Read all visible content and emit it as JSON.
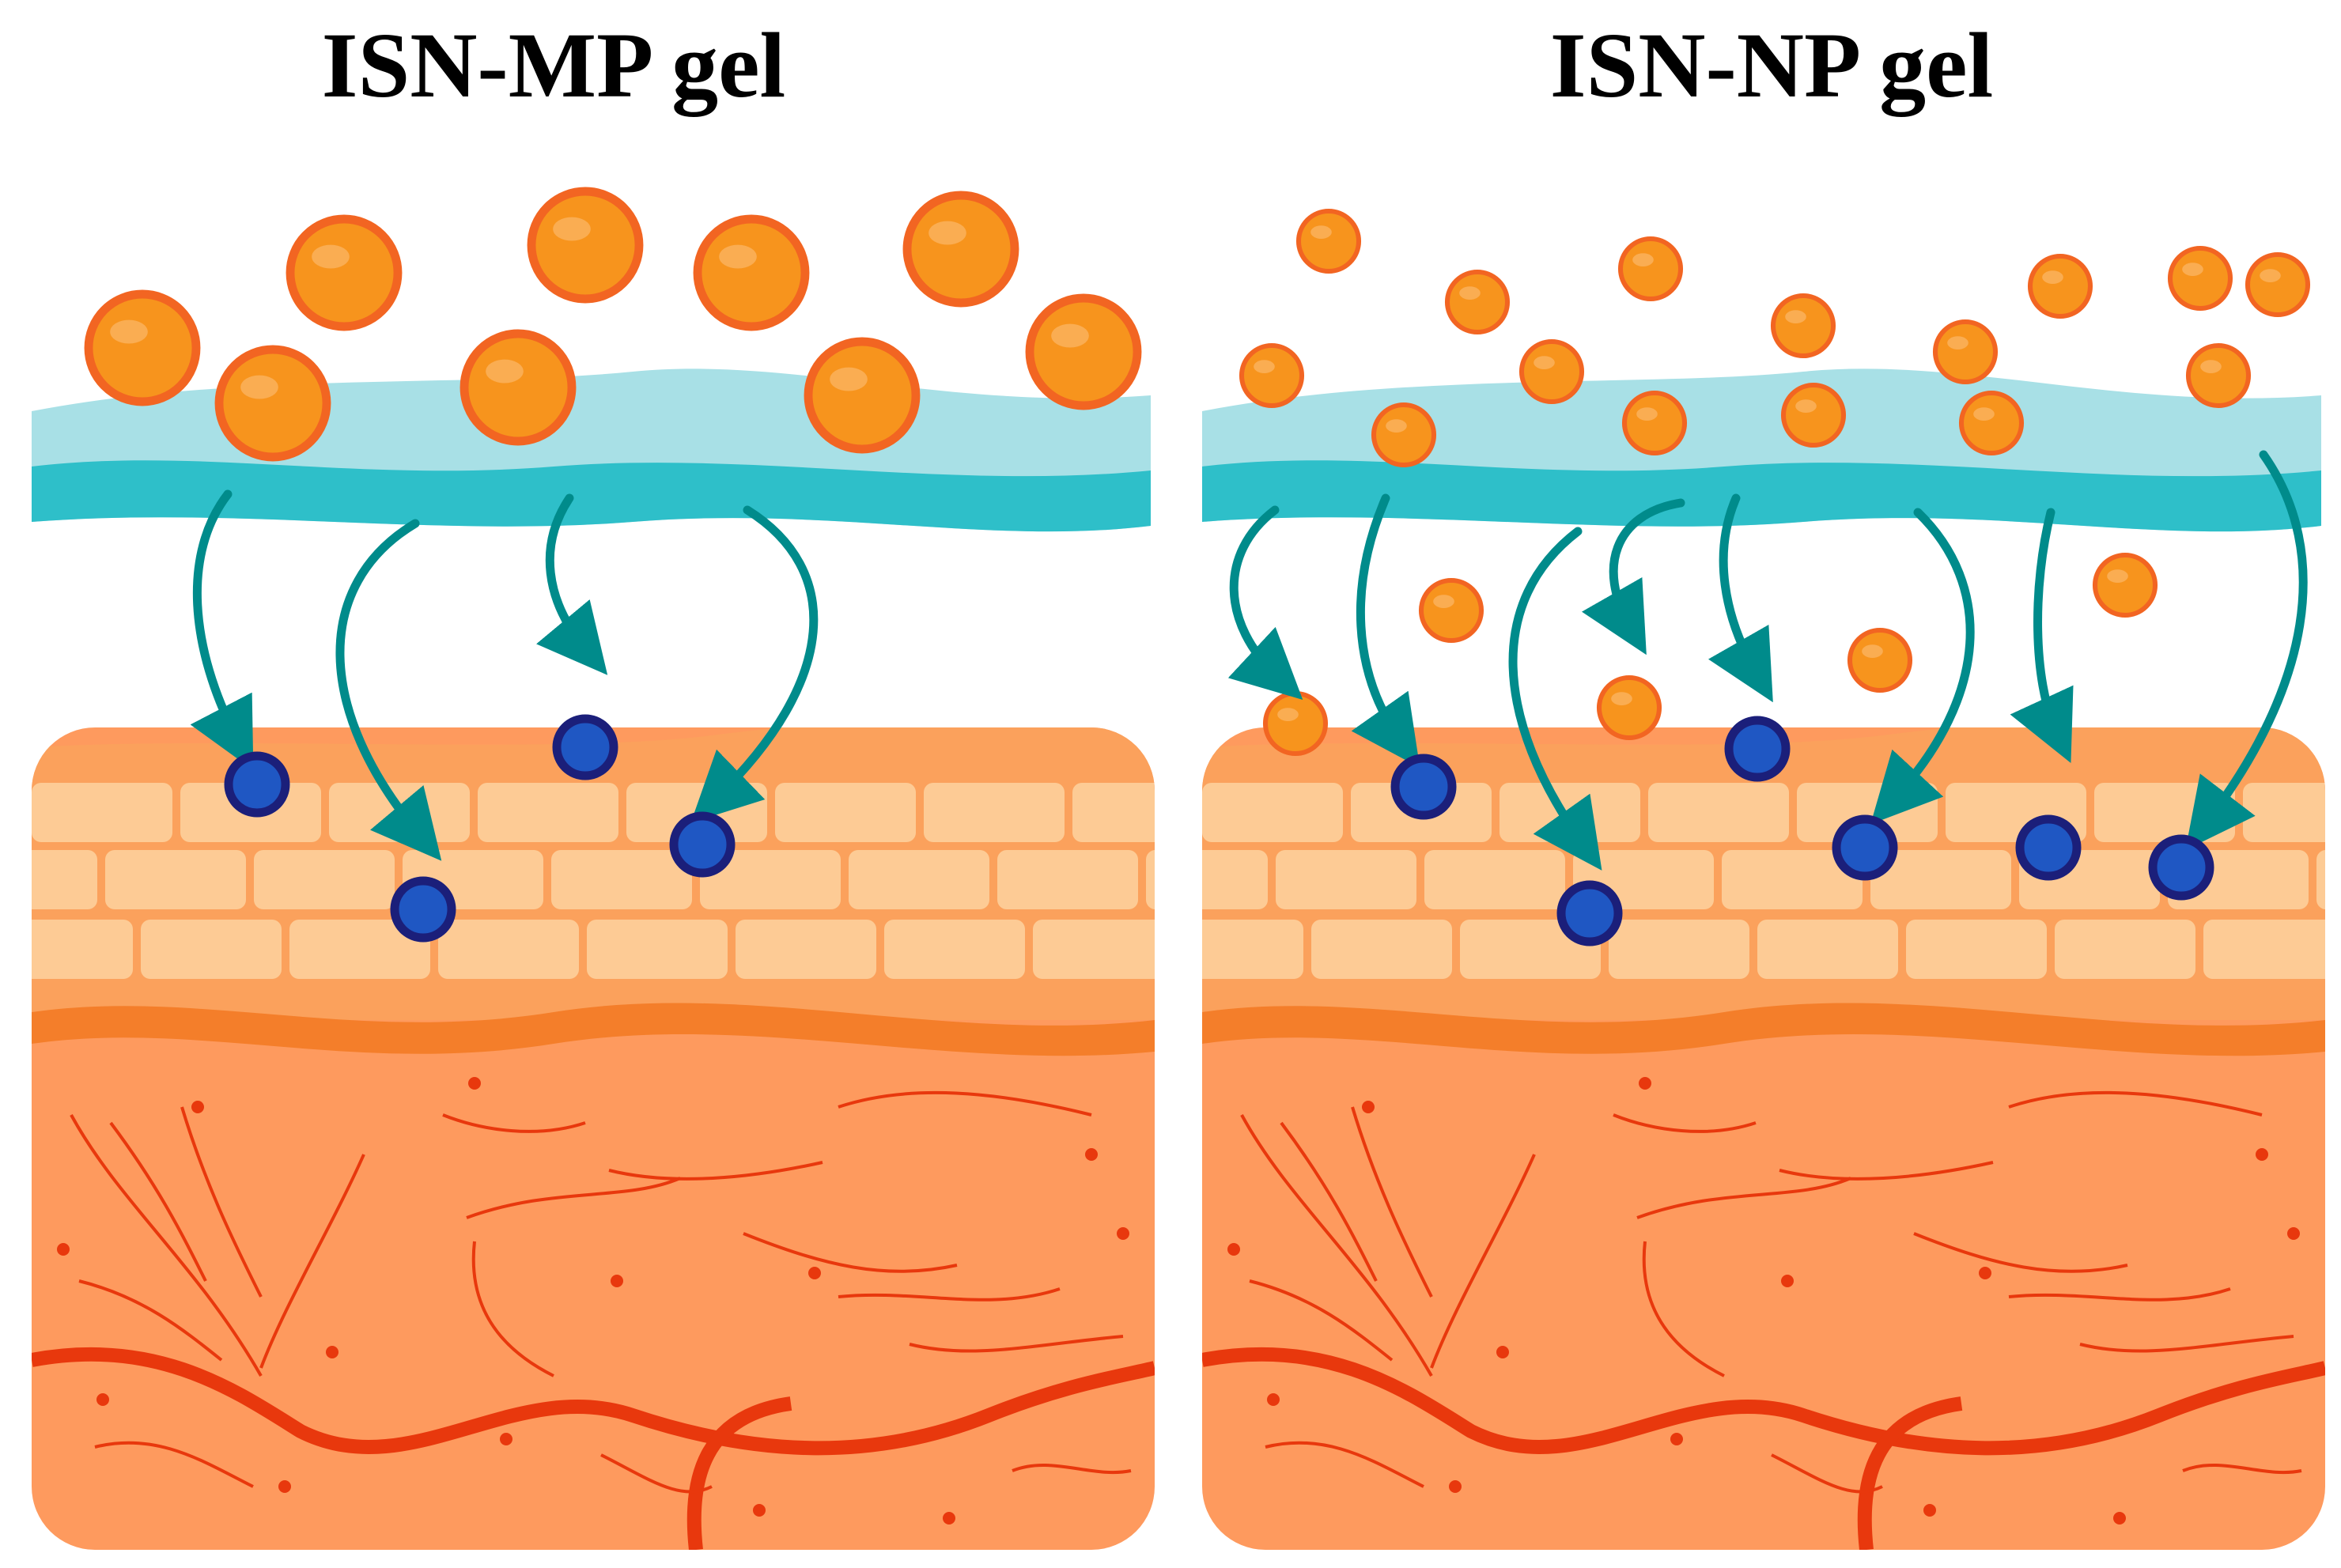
{
  "panels": [
    {
      "id": "mp",
      "title": "ISN-MP gel"
    },
    {
      "id": "np",
      "title": "ISN-NP gel"
    }
  ],
  "colors": {
    "particle_fill": "#F7941D",
    "particle_stroke": "#F26522",
    "gel_light": "#A8E0E6",
    "gel_dark": "#2EBFC9",
    "arrow": "#008B8B",
    "drug_fill": "#1F57C3",
    "drug_stroke": "#1B1F7A",
    "epidermis": "#FBA15C",
    "cells": "#FDCB95",
    "dermis": "#FE9A5E",
    "vessel": "#E8380D"
  },
  "icons": [
    "orange-particle-icon",
    "blue-drug-molecule-icon",
    "penetration-arrow-icon"
  ]
}
